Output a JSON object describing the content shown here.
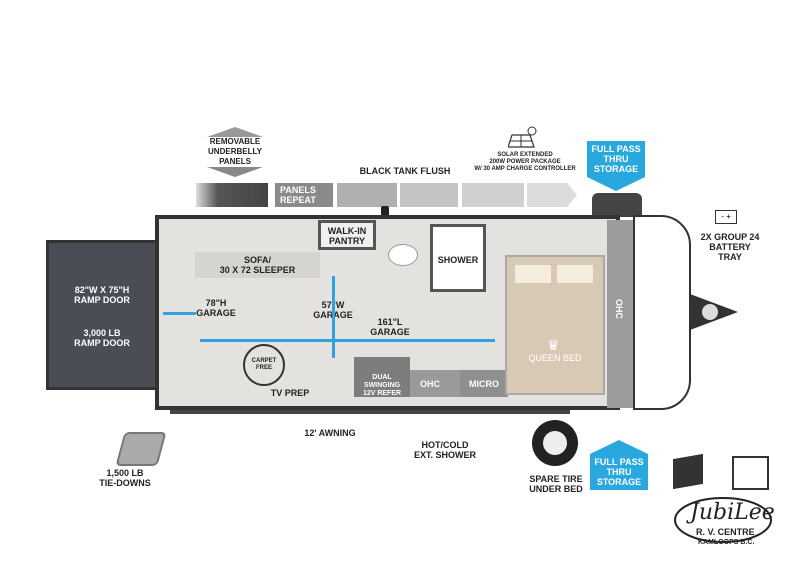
{
  "top_callouts": {
    "underbelly": "REMOVABLE\nUNDERBELLY\nPANELS",
    "panels_repeat": "PANELS\nREPEAT",
    "black_tank": "BLACK TANK FLUSH",
    "solar": "SOLAR EXTENDED\n200W POWER PACKAGE\nW/ 30 AMP CHARGE CONTROLLER",
    "storage_top": "FULL PASS\nTHRU\nSTORAGE"
  },
  "ramp_door": {
    "size": "82\"W x 75\"H\nRAMP DOOR",
    "capacity": "3,000 LB\nRAMP DOOR"
  },
  "interior": {
    "sofa": "SOFA/\n30 X 72 SLEEPER",
    "pantry": "WALK-IN\nPANTRY",
    "shower": "SHOWER",
    "garage_height": "78\"H\nGARAGE",
    "garage_width": "57\"W\nGARAGE",
    "garage_length": "161\"L\nGARAGE",
    "carpet_free": "CARPET FREE",
    "tv_prep": "TV PREP",
    "refer": "DUAL SWINGING\n12V REFER",
    "ohc_kitchen": "OHC",
    "micro": "MICRO",
    "bed": "QUEEN BED",
    "ohc_front": "OHC"
  },
  "front": {
    "battery": "2X GROUP 24\nBATTERY\nTRAY",
    "battery_icon": "- +"
  },
  "bottom_callouts": {
    "tie_downs": "1,500 LB\nTIE-DOWNS",
    "awning": "12' AWNING",
    "ext_shower": "HOT/COLD\nEXT. SHOWER",
    "spare_tire": "SPARE TIRE\nUNDER BED",
    "storage_bottom": "FULL PASS\nTHRU\nSTORAGE"
  },
  "logo": {
    "name": "JubiLee",
    "sub": "R. V. CENTRE",
    "location": "KAMLOOPS B.C."
  },
  "colors": {
    "accent_blue": "#29a8e0",
    "ramp": "#4a4d55",
    "wall": "#333333",
    "floor": "#e4e2de"
  }
}
